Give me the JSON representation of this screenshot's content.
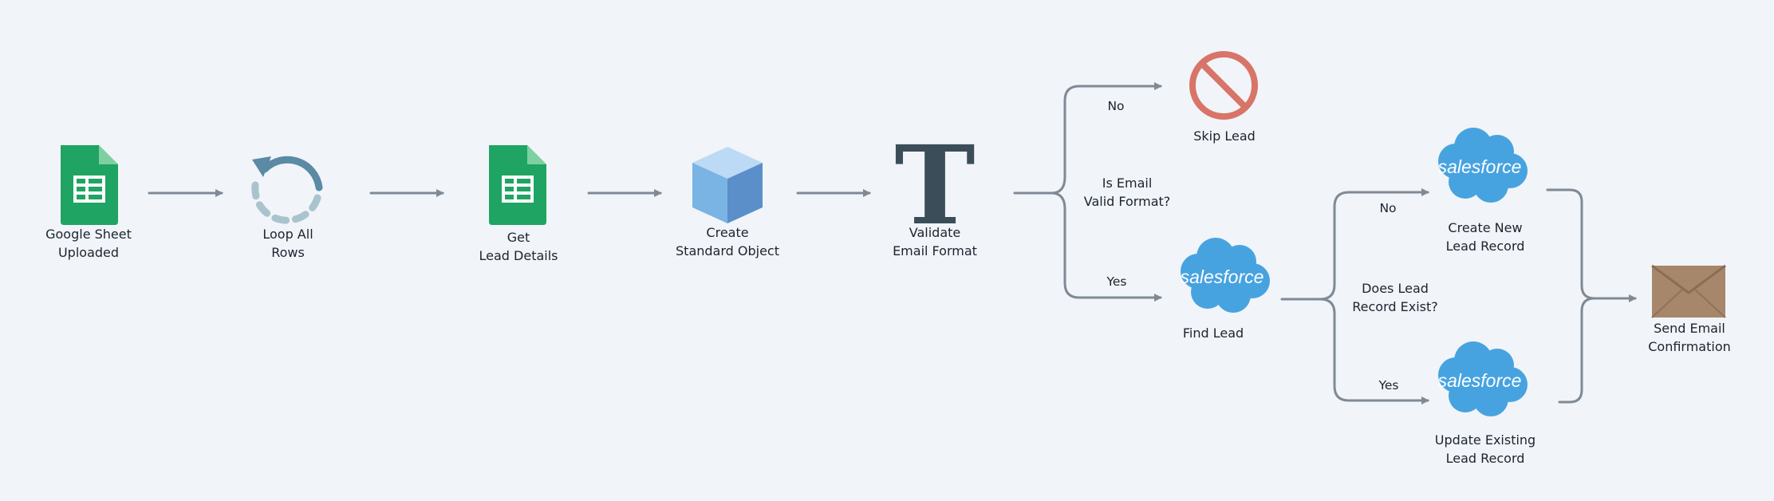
{
  "nodes": {
    "google_sheet": {
      "line1": "Google Sheet",
      "line2": "Uploaded"
    },
    "loop_rows": {
      "line1": "Loop All",
      "line2": "Rows"
    },
    "get_details": {
      "line1": "Get",
      "line2": "Lead Details"
    },
    "create_object": {
      "line1": "Create",
      "line2": "Standard Object"
    },
    "validate_email": {
      "line1": "Validate",
      "line2": "Email Format"
    },
    "skip_lead": {
      "line1": "Skip Lead"
    },
    "find_lead": {
      "line1": "Find Lead",
      "logo_text": "salesforce"
    },
    "create_lead": {
      "line1": "Create New",
      "line2": "Lead Record",
      "logo_text": "salesforce"
    },
    "update_lead": {
      "line1": "Update Existing",
      "line2": "Lead Record",
      "logo_text": "salesforce"
    },
    "send_email": {
      "line1": "Send Email",
      "line2": "Confirmation"
    }
  },
  "decisions": {
    "email_valid": {
      "line1": "Is Email",
      "line2": "Valid Format?"
    },
    "lead_exists": {
      "line1": "Does Lead",
      "line2": "Record Exist?"
    }
  },
  "edges": {
    "no_1": "No",
    "yes_1": "Yes",
    "no_2": "No",
    "yes_2": "Yes"
  },
  "validate_glyph": "T",
  "colors": {
    "background": "#f1f4f8",
    "connector": "#7f8a96",
    "sheets_green": "#1fa463",
    "sheets_fold": "#7fd0a0",
    "loop_blue": "#5b8aa4",
    "loop_dash": "#a9c4cc",
    "cube_top": "#bcdaf6",
    "cube_left": "#79b4e4",
    "cube_right": "#5a8fc9",
    "text_t": "#3c4d5a",
    "skip_red": "#d87468",
    "salesforce_blue": "#47a3e0",
    "envelope": "#a6876b"
  }
}
